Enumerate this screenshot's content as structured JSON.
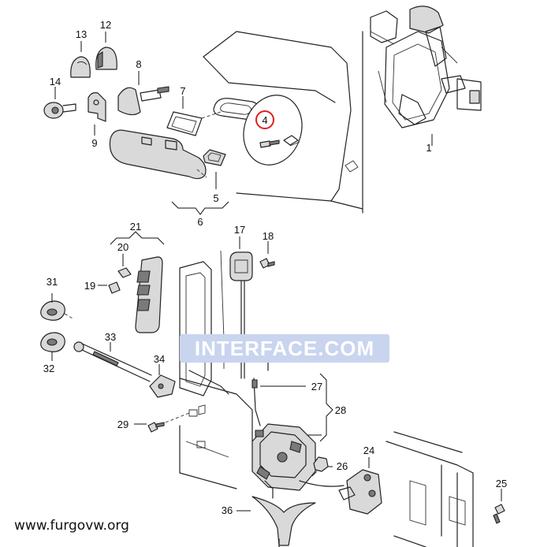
{
  "labels": [
    {
      "id": "p1",
      "text": "1"
    },
    {
      "id": "p4",
      "text": "4"
    },
    {
      "id": "p5",
      "text": "5"
    },
    {
      "id": "p6",
      "text": "6"
    },
    {
      "id": "p7",
      "text": "7"
    },
    {
      "id": "p8",
      "text": "8"
    },
    {
      "id": "p9",
      "text": "9"
    },
    {
      "id": "p12",
      "text": "12"
    },
    {
      "id": "p13",
      "text": "13"
    },
    {
      "id": "p14",
      "text": "14"
    },
    {
      "id": "p17",
      "text": "17"
    },
    {
      "id": "p18",
      "text": "18"
    },
    {
      "id": "p19",
      "text": "19"
    },
    {
      "id": "p20",
      "text": "20"
    },
    {
      "id": "p21",
      "text": "21"
    },
    {
      "id": "p24",
      "text": "24"
    },
    {
      "id": "p25",
      "text": "25"
    },
    {
      "id": "p26",
      "text": "26"
    },
    {
      "id": "p27",
      "text": "27"
    },
    {
      "id": "p28",
      "text": "28"
    },
    {
      "id": "p29",
      "text": "29"
    },
    {
      "id": "p31",
      "text": "31"
    },
    {
      "id": "p32",
      "text": "32"
    },
    {
      "id": "p33",
      "text": "33"
    },
    {
      "id": "p34",
      "text": "34"
    },
    {
      "id": "p36",
      "text": "36"
    }
  ],
  "highlight": {
    "label": "4",
    "ring_color": "#e02020"
  },
  "watermark": {
    "text": "INTERFACE.COM",
    "color": "#c9d4ee"
  },
  "footer": {
    "site": "www.furgovw.org"
  }
}
